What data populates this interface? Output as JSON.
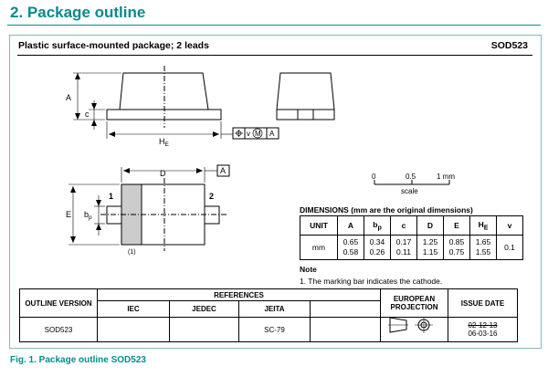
{
  "section": {
    "title": "2.  Package outline"
  },
  "package": {
    "title": "Plastic surface-mounted package; 2 leads",
    "code": "SOD523"
  },
  "drawing": {
    "labels": {
      "A": "A",
      "c": "c",
      "He": "H",
      "He_sub": "E",
      "D": "D",
      "E": "E",
      "bp": "b",
      "bp_sub": "p",
      "lead1": "1",
      "lead2": "2",
      "marking_ref": "(1)",
      "datum_A": "A"
    },
    "tolerance_frame": [
      "v",
      "M",
      "A"
    ]
  },
  "scale": {
    "ticks": [
      "0",
      "0.5",
      "1 mm"
    ],
    "label": "scale"
  },
  "dimensions": {
    "title": "DIMENSIONS (mm are the original dimensions)",
    "headers": [
      "UNIT",
      "A",
      "b",
      "c",
      "D",
      "E",
      "H",
      "v"
    ],
    "header_subs": [
      "",
      "",
      "p",
      "",
      "",
      "",
      "E",
      ""
    ],
    "unit": "mm",
    "max": [
      "0.65",
      "0.34",
      "0.17",
      "1.25",
      "0.85",
      "1.65"
    ],
    "min": [
      "0.58",
      "0.26",
      "0.11",
      "1.15",
      "0.75",
      "1.55"
    ],
    "v": "0.1"
  },
  "note": {
    "heading": "Note",
    "text": "1. The marking bar indicates the cathode."
  },
  "references": {
    "outline_version_label": "OUTLINE VERSION",
    "references_label": "REFERENCES",
    "iec_label": "IEC",
    "jedec_label": "JEDEC",
    "jeita_label": "JEITA",
    "european_projection_label": "EUROPEAN PROJECTION",
    "issue_date_label": "ISSUE DATE",
    "outline_version": "SOD523",
    "iec": "",
    "jedec": "",
    "jeita": "SC-79",
    "issue_date_old": "02-12-13",
    "issue_date_new": "06-03-16"
  },
  "figure": {
    "caption": "Fig. 1.  Package outline SOD523"
  }
}
